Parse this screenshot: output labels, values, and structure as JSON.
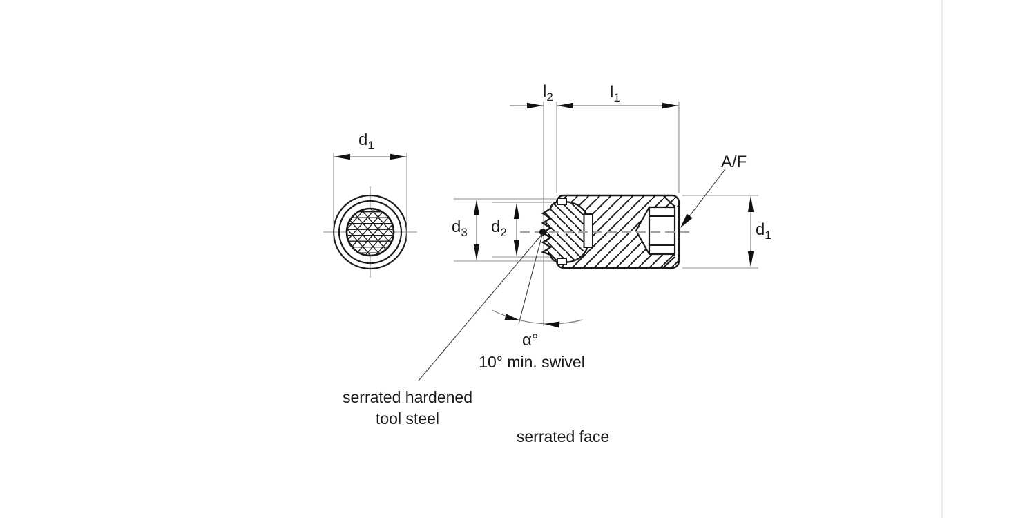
{
  "page": {
    "background": "#ffffff",
    "divider_color": "#ececec"
  },
  "colors": {
    "main_line": "#1b1b1b",
    "thin_line": "#8f8f8f",
    "dimension_line": "#7d7d7d",
    "centerline": "#a3a3a3",
    "arrow": "#111111",
    "text": "#1a1a1a"
  },
  "drawing": {
    "type": "technical-drawing",
    "subject": "swivel pad screw with serrated face, front view and sectioned side view"
  },
  "labels": {
    "front_d1": {
      "main": "d",
      "sub": "1"
    },
    "l2": {
      "main": "l",
      "sub": "2"
    },
    "l1": {
      "main": "l",
      "sub": "1"
    },
    "af": "A/F",
    "d3": {
      "main": "d",
      "sub": "3"
    },
    "d2": {
      "main": "d",
      "sub": "2"
    },
    "side_d1": {
      "main": "d",
      "sub": "1"
    },
    "alpha": "α°",
    "swivel_note": "10° min. swivel",
    "material_note_line1": "serrated hardened",
    "material_note_line2": "tool steel",
    "face_note": "serrated face"
  }
}
